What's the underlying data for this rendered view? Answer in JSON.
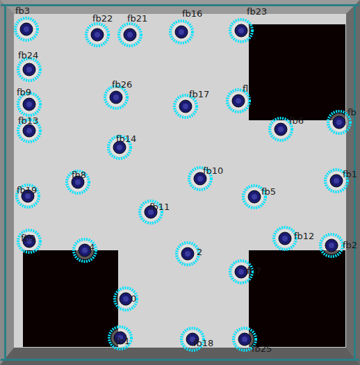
{
  "diagram": {
    "labels": [
      "fb3",
      "fb22",
      "fb21",
      "fb16",
      "fb23",
      "fb24",
      "fb9",
      "fb26",
      "fb17",
      "fl",
      "fb6",
      "fb",
      "fb13",
      "fb14",
      "fb8",
      "fb10",
      "fb19",
      "fb1",
      "fb5",
      "fb11",
      "fb9",
      "fb12",
      "fb2",
      "4",
      "2",
      "fb7",
      "0",
      "fb1",
      "fb18",
      "fb25"
    ]
  }
}
